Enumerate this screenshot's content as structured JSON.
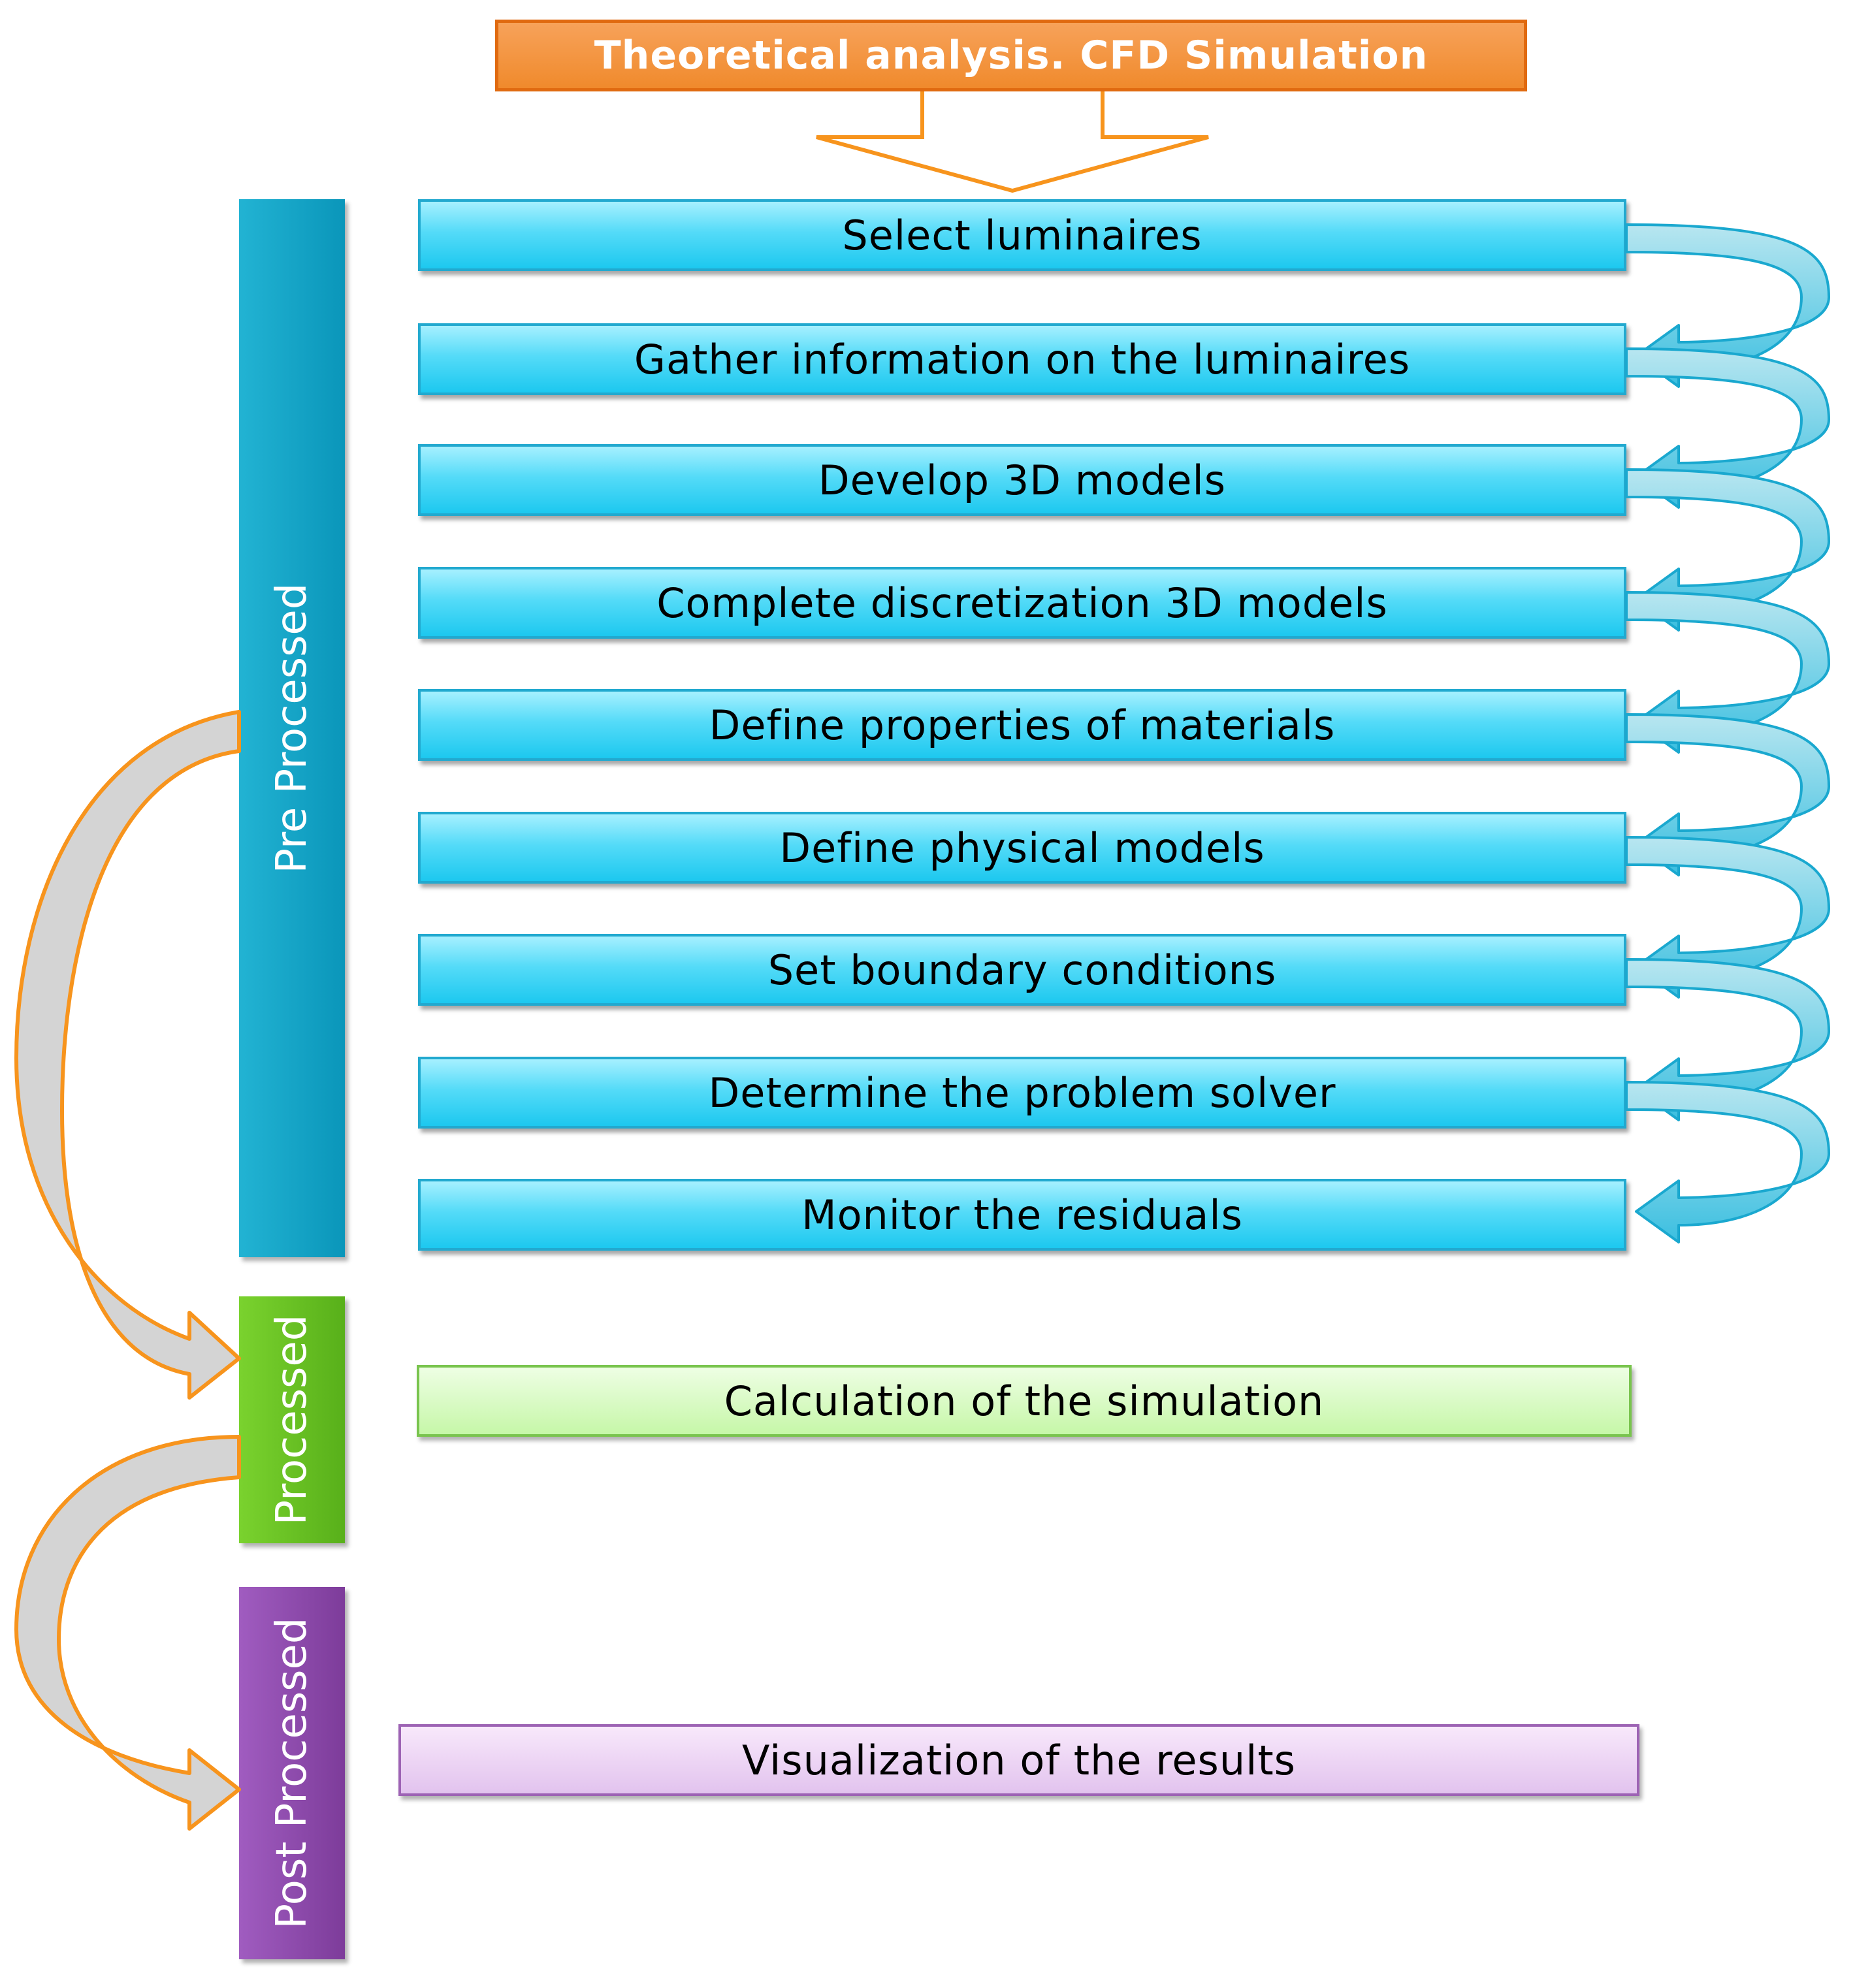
{
  "header": {
    "title": "Theoretical analysis. CFD Simulation"
  },
  "phases": [
    {
      "label": "Pre Processed"
    },
    {
      "label": "Processed"
    },
    {
      "label": "Post Processed"
    }
  ],
  "pre_steps": [
    {
      "label": "Select luminaires"
    },
    {
      "label": "Gather information on the luminaires"
    },
    {
      "label": "Develop 3D models"
    },
    {
      "label": "Complete discretization 3D models"
    },
    {
      "label": "Define  properties of materials"
    },
    {
      "label": "Define  physical models"
    },
    {
      "label": "Set boundary conditions"
    },
    {
      "label": "Determine the problem solver"
    },
    {
      "label": "Monitor the residuals"
    }
  ],
  "processed_step": {
    "label": "Calculation of the simulation"
  },
  "post_step": {
    "label": "Visualization of the results"
  },
  "colors": {
    "title_orange": "#f08a2c",
    "step_cyan": "#1dc8ef",
    "pre_bar": "#0a96ba",
    "proc_bar": "#58b01a",
    "post_bar": "#7d3c9a",
    "connector_orange": "#f7941d",
    "curl_cyan": "#4cc8e6"
  }
}
